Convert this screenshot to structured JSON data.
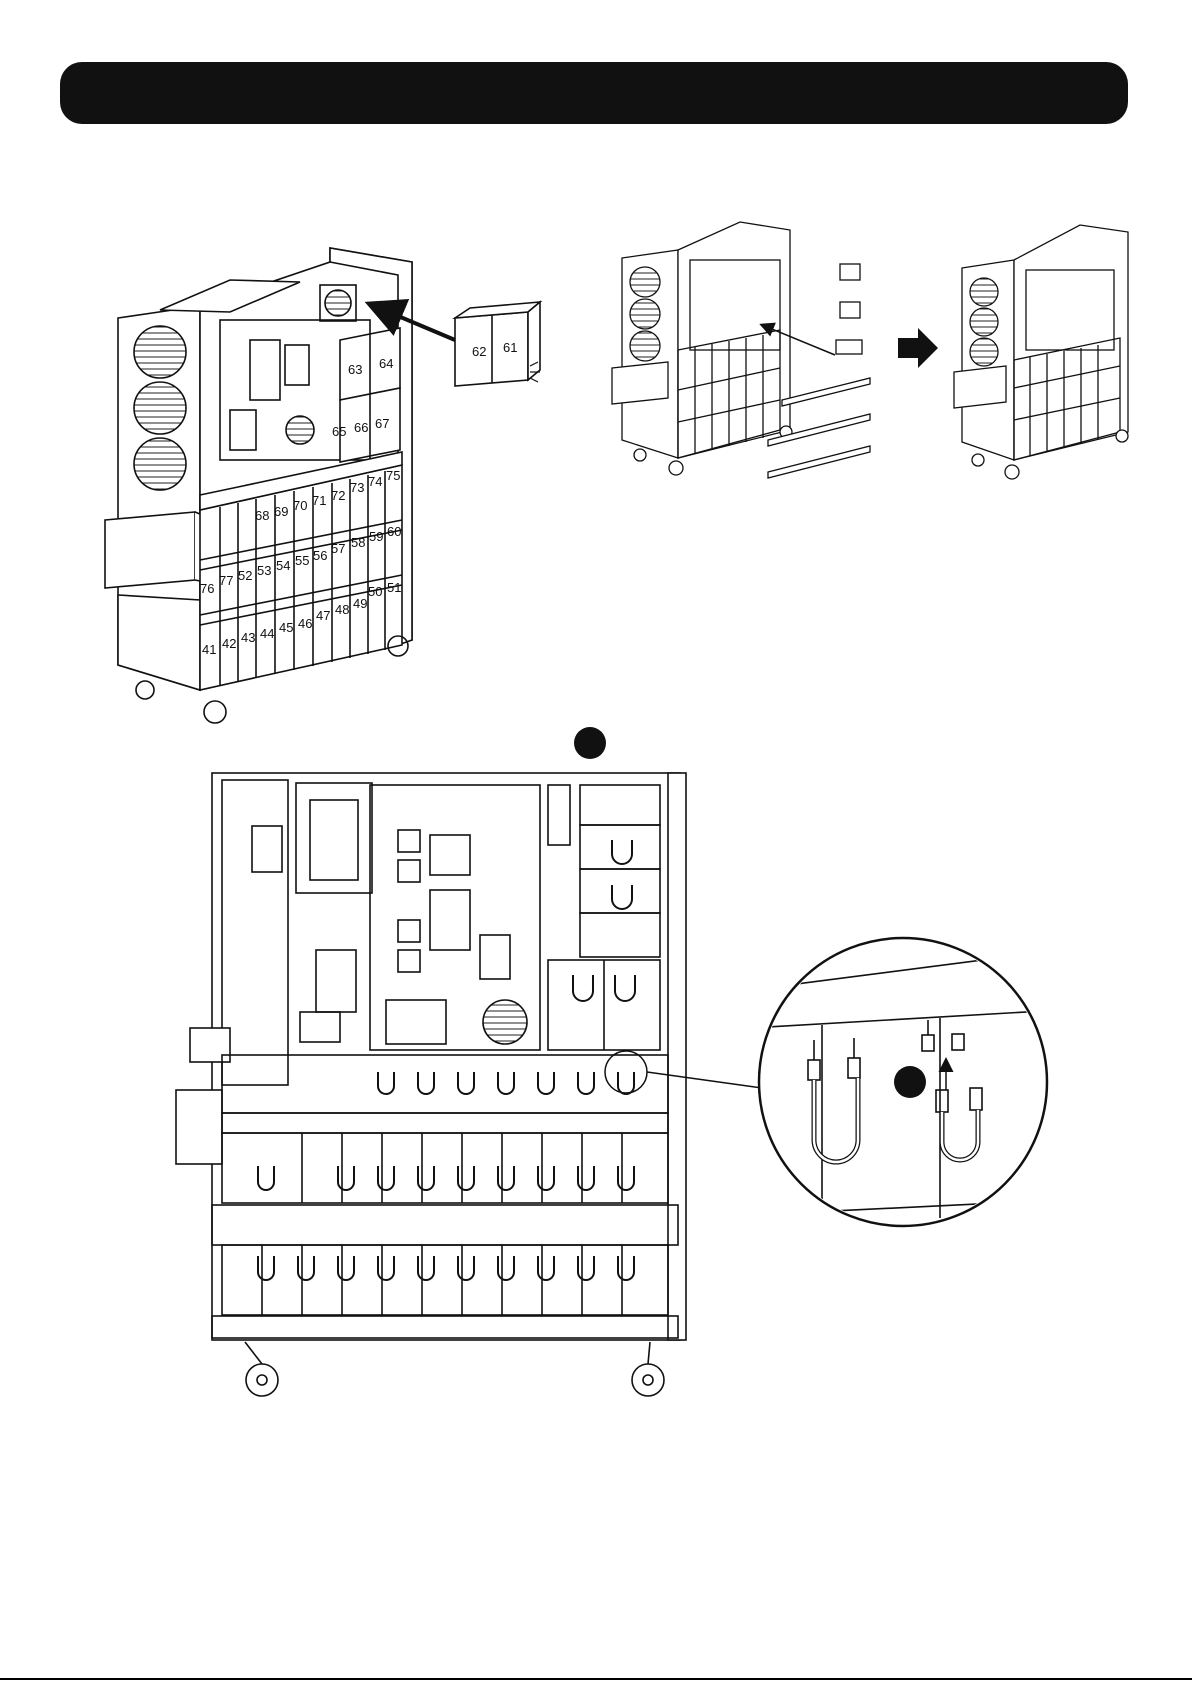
{
  "header": {
    "title": ""
  },
  "battery_numbers": {
    "top_pair": [
      "62",
      "61"
    ],
    "upper_right": [
      "63",
      "64",
      "65",
      "66",
      "67"
    ],
    "row_top": [
      "68",
      "69",
      "70",
      "71",
      "72",
      "73",
      "74",
      "75"
    ],
    "row_mid": [
      "76",
      "77",
      "52",
      "53",
      "54",
      "55",
      "56",
      "57",
      "58",
      "59",
      "60"
    ],
    "row_low": [
      "50",
      "51"
    ],
    "row_bottom": [
      "41",
      "42",
      "43",
      "44",
      "45",
      "46",
      "47",
      "48",
      "49"
    ]
  },
  "colors": {
    "ink": "#111111",
    "header": "#111111",
    "paper": "#ffffff"
  }
}
